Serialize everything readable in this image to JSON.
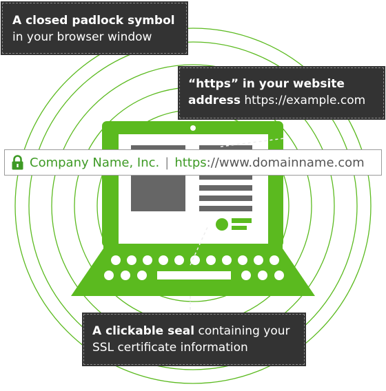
{
  "callouts": {
    "padlock": {
      "bold": "A closed padlock symbol",
      "normal": "in your browser window"
    },
    "https": {
      "bold_line1": "“https” in your website",
      "bold_line2": "address",
      "normal": " https://example.com"
    },
    "seal": {
      "bold": "A clickable seal",
      "normal_line1": " containing your",
      "normal_line2": "SSL certificate information"
    }
  },
  "address_bar": {
    "company": "Company Name, Inc.",
    "separator": "|",
    "protocol": "https",
    "rest": "://www.domainname.com"
  },
  "colors": {
    "green": "#5bba1f",
    "dark": "#333333",
    "text_green": "#3e9a25"
  },
  "icons": [
    "padlock-icon"
  ]
}
